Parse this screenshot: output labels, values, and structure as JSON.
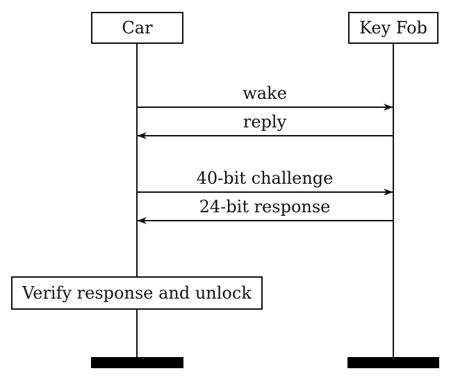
{
  "participants": {
    "car": "Car",
    "key_fob": "Key Fob"
  },
  "messages": [
    {
      "label": "wake",
      "direction": "car-to-fob"
    },
    {
      "label": "reply",
      "direction": "fob-to-car"
    },
    {
      "label": "40-bit challenge",
      "direction": "car-to-fob"
    },
    {
      "label": "24-bit response",
      "direction": "fob-to-car"
    }
  ],
  "note": {
    "text": "Verify response and unlock"
  },
  "colors": {
    "line": "#111111",
    "terminator": "#000000",
    "background": "#ffffff"
  }
}
